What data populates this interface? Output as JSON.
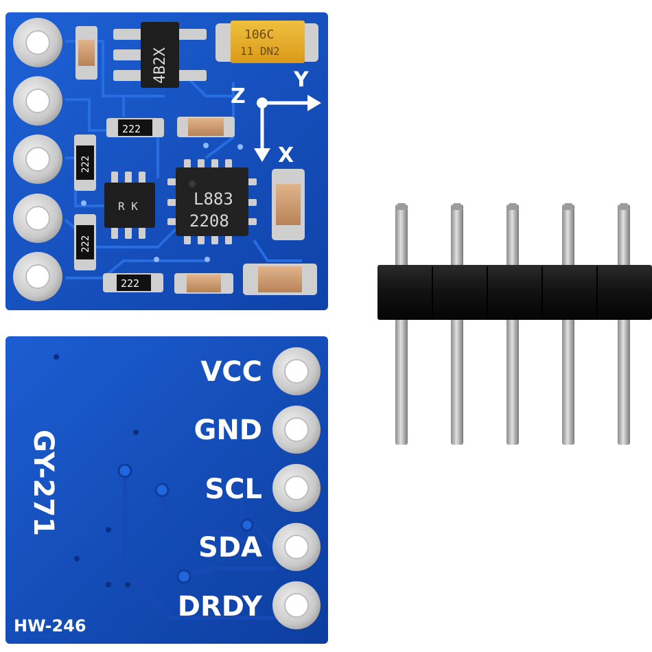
{
  "front_board": {
    "axis_labels": {
      "z": "Z",
      "y": "Y",
      "x": "X"
    },
    "regulator_marking": "4B2X",
    "sensor_marking_line1": "L883",
    "sensor_marking_line2": "2208",
    "small_ic_marking": "R K",
    "tantalum_line1": "106C",
    "tantalum_line2": "11 DN2",
    "resistor_marking": "222"
  },
  "back_board": {
    "model": "GY-271",
    "version": "HW-246",
    "pins": [
      "VCC",
      "GND",
      "SCL",
      "SDA",
      "DRDY"
    ]
  },
  "header": {
    "pin_count": 5
  },
  "colors": {
    "pcb_blue": "#1a56c6",
    "pcb_dark": "#0e3c9c",
    "pad_silver": "#d9d9d9",
    "header_black": "#141414",
    "pin_silver": "#b5b5b5"
  }
}
